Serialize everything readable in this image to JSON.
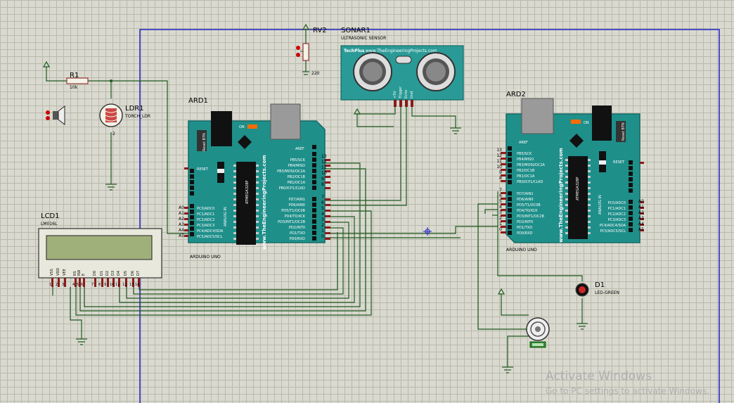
{
  "components": {
    "r1": {
      "ref": "R1",
      "value": "10k"
    },
    "ldr1": {
      "ref": "LDR1",
      "value": "TORCH_LDR",
      "pin": "2"
    },
    "rv2": {
      "ref": "RV2",
      "value": "220"
    },
    "sonar": {
      "ref": "SONAR1",
      "value": "ULTRASONIC SENSOR",
      "brand": "TechPlus",
      "site": "www.TheEngineeringProjects.com",
      "pins": [
        "+5V",
        "Trigger",
        "Echo",
        "Gnd"
      ]
    },
    "ard1": {
      "ref": "ARD1",
      "value": "ARDUINO UNO",
      "site": "www.TheEngineeringProjects.com",
      "chip": "ATMEGA328P",
      "on": "ON",
      "reset_btn": "Reset BTN",
      "reset": "RESET",
      "analog": "ANALOG IN",
      "aref": "AREF",
      "digital_top": [
        "PB5/SCK",
        "PB4/MISO",
        "PB3/MOSI/OC2A",
        "PB2/OC1B",
        "PB1/OC1A",
        "PB0/ICP1/CLKO"
      ],
      "pin_top": [
        "13",
        "12",
        "11",
        "10",
        "9",
        "8"
      ],
      "digital_bot": [
        "PD7/AIN1",
        "PD6/AIN0",
        "PD5/T1/OC0B",
        "PD4/T0/XCK",
        "PD3/INT1/OC2B",
        "PD2/INT0",
        "PD1/TXD",
        "PD0/RXD"
      ],
      "pin_bot": [
        "7",
        "6",
        "5",
        "4",
        "3",
        "2",
        "1",
        "0"
      ],
      "analog_labels": [
        "PC0/ADC0",
        "PC1/ADC1",
        "PC2/ADC2",
        "PC3/ADC3",
        "PC4/ADC4/SDA",
        "PC5/ADC5/SCL"
      ],
      "analog_pins": [
        "A0",
        "A1",
        "A2",
        "A3",
        "A4",
        "A5"
      ]
    },
    "ard2": {
      "ref": "ARD2",
      "value": "ARDUINO UNO"
    },
    "lcd": {
      "ref": "LCD1",
      "value": "LM016L",
      "pins": [
        "VSS",
        "VDD",
        "VEE",
        "RS",
        "RW",
        "E",
        "D0",
        "D1",
        "D2",
        "D3",
        "D4",
        "D5",
        "D6",
        "D7"
      ],
      "pin_numbers": [
        "1",
        "2",
        "3",
        "4",
        "5",
        "6",
        "7",
        "8",
        "9",
        "10",
        "11",
        "12",
        "13",
        "14"
      ]
    },
    "d1": {
      "ref": "D1",
      "value": "LED-GREEN"
    }
  },
  "colors": {
    "wire": "#1f5a1f",
    "frame": "#2020c8",
    "board": "#1f8f8a",
    "board_dark": "#156a66",
    "pin": "#8b1a1a",
    "lcd_screen": "#9fb07a",
    "sonar": "#2a9a96"
  },
  "watermark": {
    "title": "Activate Windows",
    "subtitle": "Go to PC settings to activate Windows."
  }
}
